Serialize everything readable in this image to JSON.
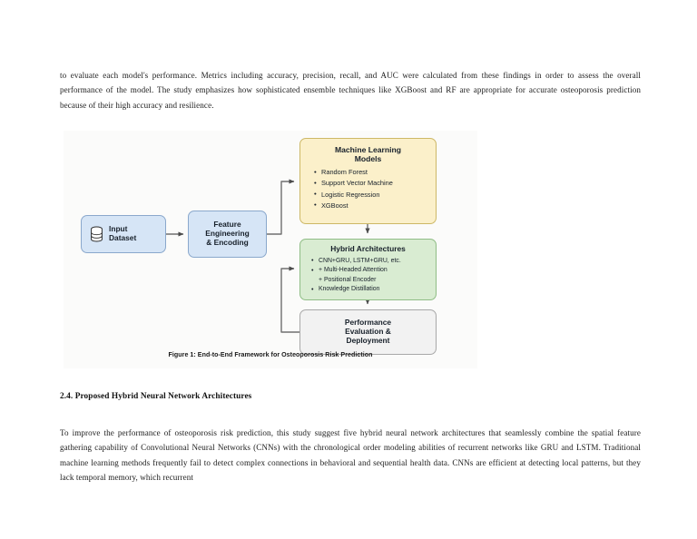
{
  "document": {
    "paragraph_top": "to evaluate each model's performance. Metrics including accuracy, precision, recall, and AUC were calculated from these findings in order to assess the overall performance of the model. The study emphasizes how sophisticated ensemble techniques like XGBoost and RF are appropriate for accurate osteoporosis prediction because of their high accuracy and resilience.",
    "section_heading": "2.4. Proposed Hybrid Neural Network Architectures",
    "paragraph_bottom": "To improve the performance of osteoporosis risk prediction, this study suggest five hybrid neural network architectures that seamlessly combine the spatial feature gathering capability of Convolutional Neural Networks (CNNs) with the chronological order modeling abilities of recurrent networks like GRU and LSTM. Traditional machine learning methods frequently fail to detect complex connections in behavioral and sequential health data. CNNs are efficient at detecting local patterns, but they lack temporal memory, which recurrent"
  },
  "figure": {
    "caption": "Figure 1: End-to-End Framework for Osteoporosis Risk Prediction",
    "background": "#fbfbfa",
    "nodes": {
      "input_dataset": {
        "title": "Input\nDataset",
        "title_line1": "Input",
        "title_line2": "Dataset",
        "icon": "database-icon",
        "fill": "#d6e5f6",
        "stroke": "#8aa8cc"
      },
      "feature_engineering": {
        "title_line1": "Feature",
        "title_line2": "Engineering",
        "title_line3": "& Encoding",
        "fill": "#d6e5f6",
        "stroke": "#8aa8cc"
      },
      "ml_models": {
        "title_line1": "Machine Learning",
        "title_line2": "Models",
        "items": [
          "Random Forest",
          "Support Vector Machine",
          "Logistic Regression",
          "XGBoost"
        ],
        "fill": "#fbf0ca",
        "stroke": "#cdb866"
      },
      "hybrid_architectures": {
        "title": "Hybrid Architectures",
        "items": [
          "CNN+GRU, LSTM+GRU, etc.",
          "+ Multi-Headed Attention",
          "+ Positional Encoder",
          "Knowledge Distillation"
        ],
        "fill": "#d9ecd2",
        "stroke": "#8fbd85"
      },
      "performance": {
        "title_line1": "Performance",
        "title_line2": "Evaluation &",
        "title_line3": "Deployment",
        "fill": "#f2f2f2",
        "stroke": "#a8a8a8"
      }
    },
    "connector_color": "#6f6f6f"
  }
}
